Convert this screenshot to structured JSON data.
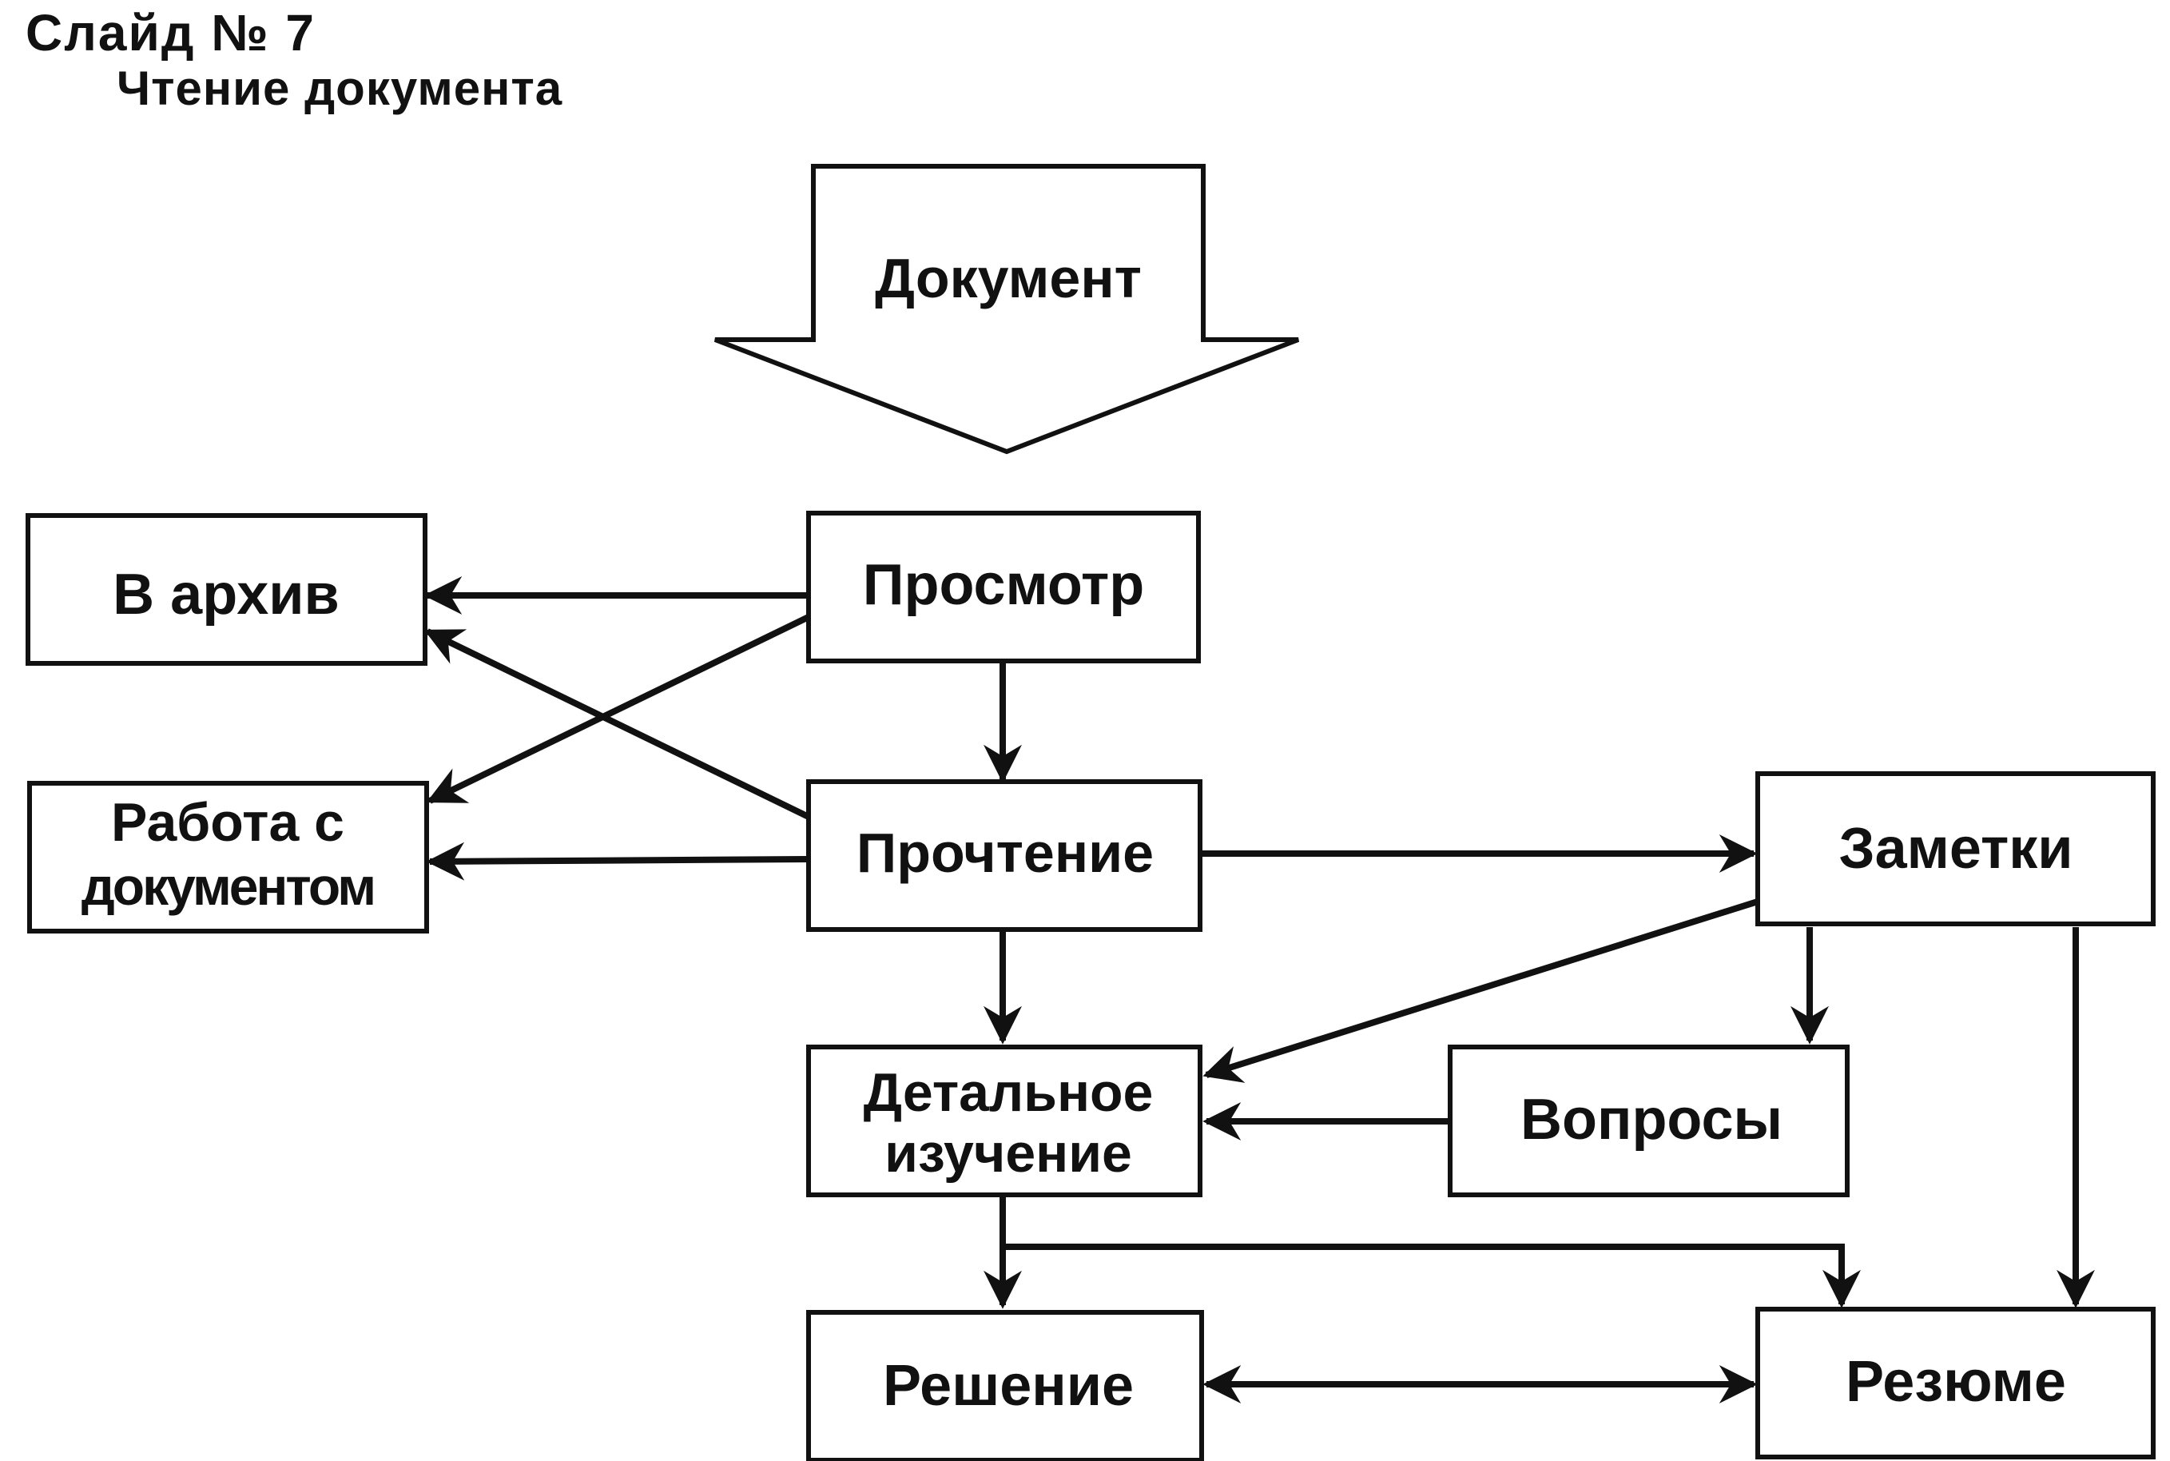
{
  "header": {
    "slide_label": "Слайд № 7",
    "subtitle": "Чтение документа"
  },
  "diagram": {
    "nodes": {
      "document": "Документ",
      "archive": "В архив",
      "review": "Просмотр",
      "work_line1": "Работа с",
      "work_line2": "документом",
      "reading": "Прочтение",
      "notes": "Заметки",
      "detailed_line1": "Детальное",
      "detailed_line2": "изучение",
      "questions": "Вопросы",
      "decision": "Решение",
      "summary": "Резюме"
    },
    "edges": [
      {
        "from": "review",
        "to": "archive"
      },
      {
        "from": "review",
        "to": "work"
      },
      {
        "from": "review",
        "to": "reading"
      },
      {
        "from": "reading",
        "to": "archive"
      },
      {
        "from": "reading",
        "to": "work"
      },
      {
        "from": "reading",
        "to": "notes"
      },
      {
        "from": "reading",
        "to": "detailed"
      },
      {
        "from": "notes",
        "to": "detailed"
      },
      {
        "from": "notes",
        "to": "questions"
      },
      {
        "from": "notes",
        "to": "summary"
      },
      {
        "from": "questions",
        "to": "detailed"
      },
      {
        "from": "detailed",
        "to": "decision"
      },
      {
        "from": "detailed",
        "to": "summary"
      },
      {
        "from": "decision",
        "to": "summary",
        "bidirectional": true
      }
    ]
  }
}
